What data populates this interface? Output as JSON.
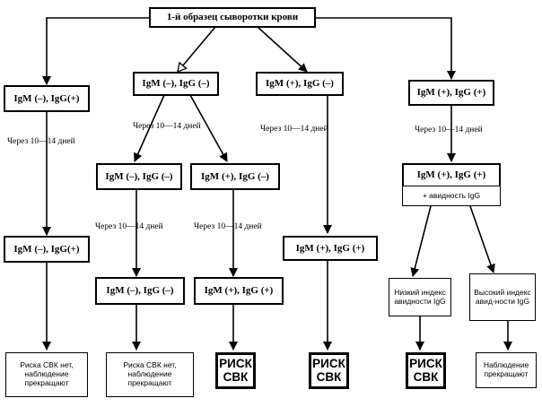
{
  "nodes": {
    "root": "1-й образец сыворотки крови",
    "a1": "IgM (–),  IgG(+)",
    "b1": "IgM (–),  IgG (–)",
    "c1": "IgM (+),  IgG (–)",
    "d1": "IgM (+),  IgG (+)",
    "b2l": "IgM (–),  IgG (–)",
    "b2r": "IgM (+),  IgG (–)",
    "d2": "IgM (+),   IgG (+)",
    "d2_sub": "+ авидность IgG",
    "a3": "IgM (–),  IgG(+)",
    "b3l": "IgM (–),   IgG (–)",
    "b3r": "IgM (+),   IgG (+)",
    "c3": "IgM (+),    IgG (+)",
    "d3l": "Низкий индекс авидности IgG",
    "d3r": "Высокий индекс авид-ности IgG",
    "a4": "Риска СВК нет, наблюдение прекращают",
    "b4l": "Риска СВК нет, наблюдение прекращают",
    "b4r": "РИСК СВК",
    "c4": "РИСК СВК",
    "d4l": "РИСК СВК",
    "d4r": "Наблюдение прекращают"
  },
  "labels": {
    "interval": "Через 10—14 дней"
  },
  "colors": {
    "ink": "#000000",
    "background": "#ffffff"
  }
}
